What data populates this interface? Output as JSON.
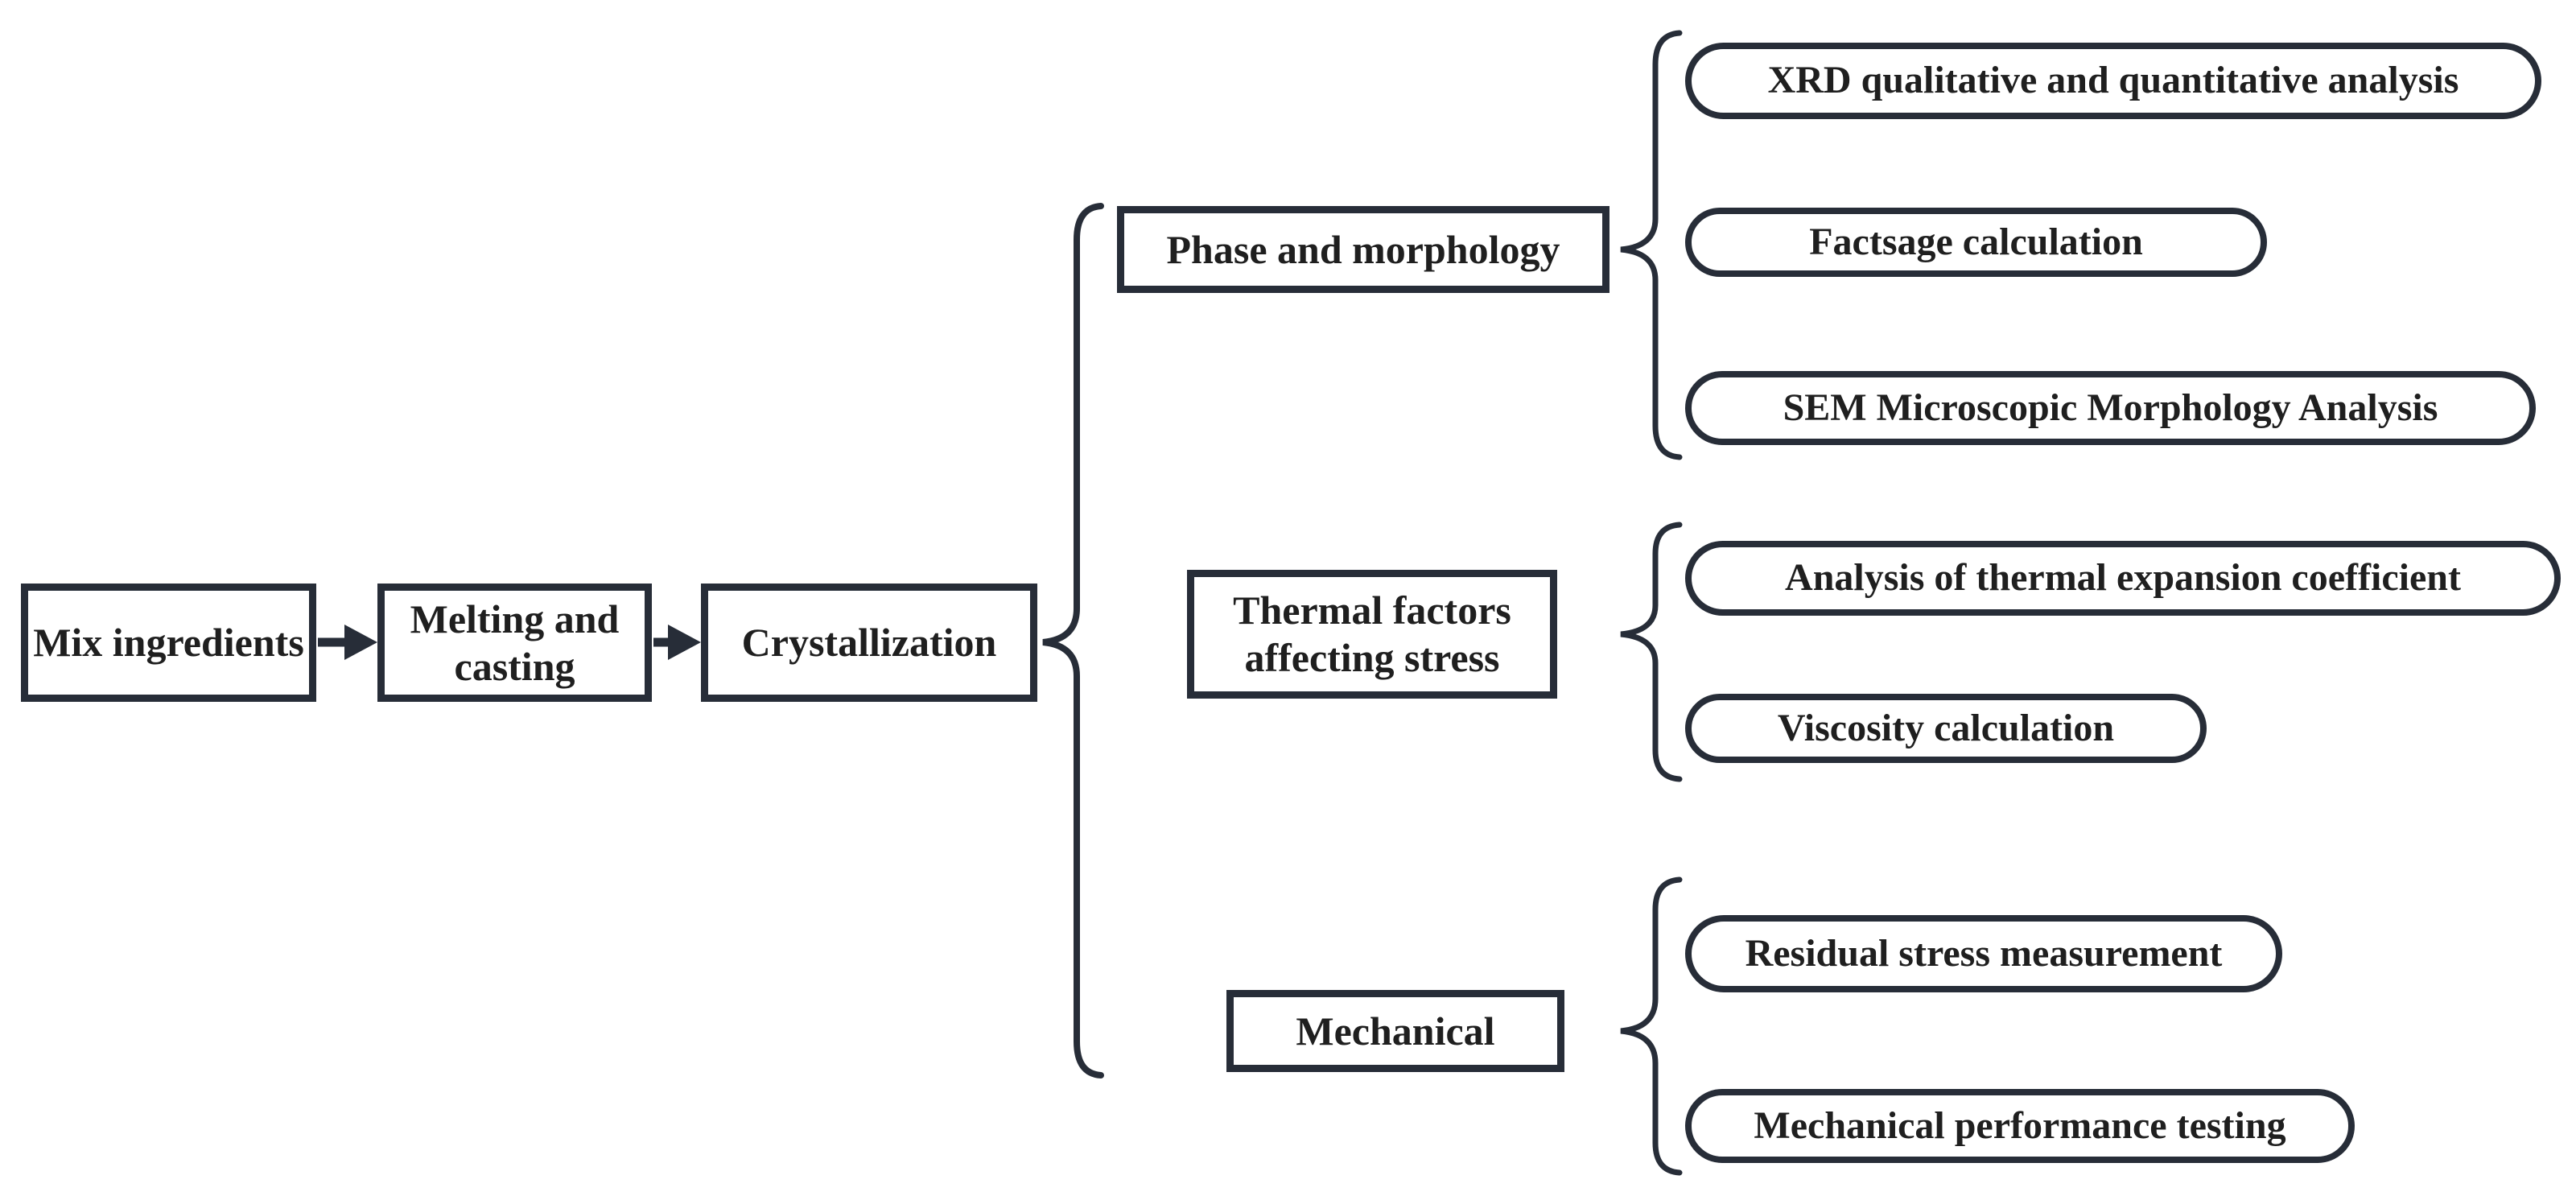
{
  "diagram": {
    "flow": {
      "steps": [
        {
          "label": "Mix ingredients"
        },
        {
          "label": "Melting and casting"
        },
        {
          "label": "Crystallization"
        }
      ]
    },
    "branches": [
      {
        "label": "Phase and morphology",
        "items": [
          {
            "label": "XRD qualitative and quantitative analysis"
          },
          {
            "label": "Factsage calculation"
          },
          {
            "label": "SEM Microscopic Morphology Analysis"
          }
        ]
      },
      {
        "label": "Thermal factors affecting stress",
        "items": [
          {
            "label": "Analysis of thermal expansion coefficient"
          },
          {
            "label": "Viscosity calculation"
          }
        ]
      },
      {
        "label": "Mechanical",
        "items": [
          {
            "label": "Residual stress measurement"
          },
          {
            "label": "Mechanical performance testing"
          }
        ]
      }
    ],
    "colors": {
      "line": "#272d38",
      "text": "#1f1f1f",
      "background": "#ffffff"
    }
  }
}
